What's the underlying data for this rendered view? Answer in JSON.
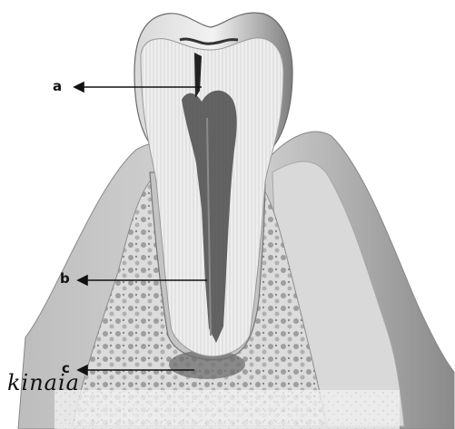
{
  "labels": {
    "a": "a",
    "b": "b",
    "c": "c"
  },
  "signature": "kinaia",
  "colors": {
    "background": "#ffffff",
    "gum": "#9a9a9a",
    "bone": "#c9c9c9",
    "enamel": "#8c8c8c",
    "dentin": "#e9e9e9",
    "pulp": "#3a3a3a",
    "arrow": "#111111"
  }
}
